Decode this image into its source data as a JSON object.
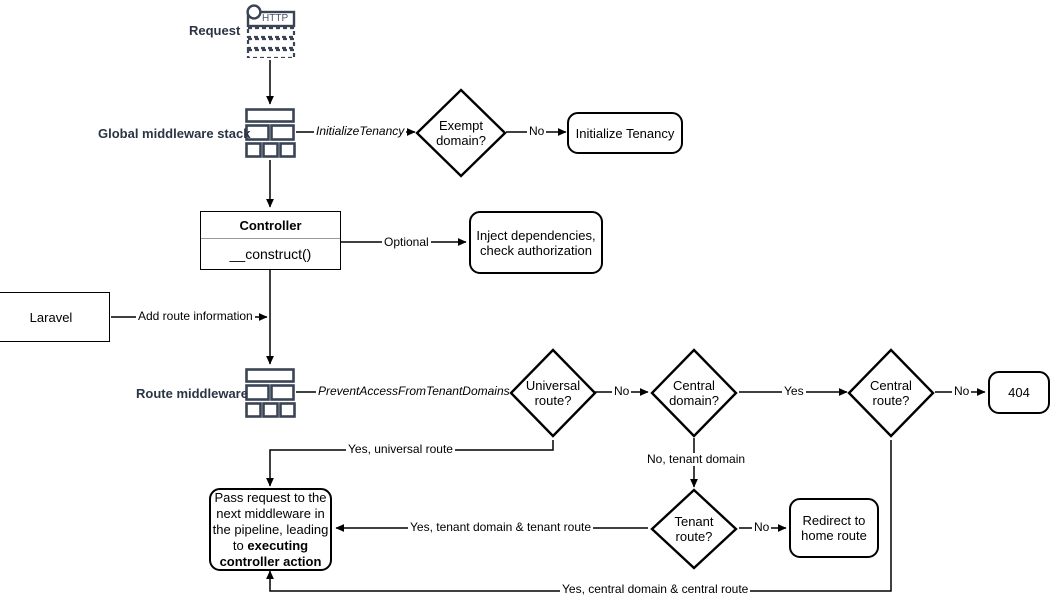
{
  "diagram": {
    "title": "Laravel multi-tenancy request lifecycle flowchart",
    "stroke_color": "#000000",
    "label_color": "#2b3445",
    "icon_color": "#3b4454"
  },
  "labels": {
    "request": "Request",
    "global_middleware_stack": "Global middleware stack",
    "route_middleware": "Route middleware"
  },
  "icons": {
    "http_badge": "HTTP"
  },
  "nodes": {
    "initialize_tenancy": "Initialize Tenancy",
    "exempt_domain": "Exempt\ndomain?",
    "exempt_domain_line1": "Exempt",
    "exempt_domain_line2": "domain?",
    "controller_header": "Controller",
    "controller_method": "__construct()",
    "inject_dependencies_line1": "Inject dependencies,",
    "inject_dependencies_line2": "check authorization",
    "laravel": "Laravel",
    "universal_route_line1": "Universal",
    "universal_route_line2": "route?",
    "central_domain_line1": "Central",
    "central_domain_line2": "domain?",
    "central_route_line1": "Central",
    "central_route_line2": "route?",
    "not_found": "404",
    "tenant_route_line1": "Tenant",
    "tenant_route_line2": "route?",
    "redirect_home_line1": "Redirect to",
    "redirect_home_line2": "home route",
    "pass_request_text_1": "Pass request to the",
    "pass_request_text_2": "next middleware in",
    "pass_request_text_3": "the pipeline, leading",
    "pass_request_text_4": "to ",
    "pass_request_bold_1": "executing",
    "pass_request_bold_2": "controller action"
  },
  "edges": {
    "initialize_tenancy_mw": "InitializeTenancy",
    "exempt_no": "No",
    "optional": "Optional",
    "add_route_information": "Add route information",
    "prevent_access": "PreventAccessFromTenantDomains",
    "universal_no": "No",
    "central_domain_yes": "Yes",
    "central_route_no": "No",
    "yes_universal_route": "Yes, universal route",
    "no_tenant_domain": "No, tenant domain",
    "tenant_route_no": "No",
    "yes_tenant_domain_tenant_route": "Yes, tenant domain & tenant route",
    "yes_central_domain_central_route": "Yes, central domain & central route"
  }
}
